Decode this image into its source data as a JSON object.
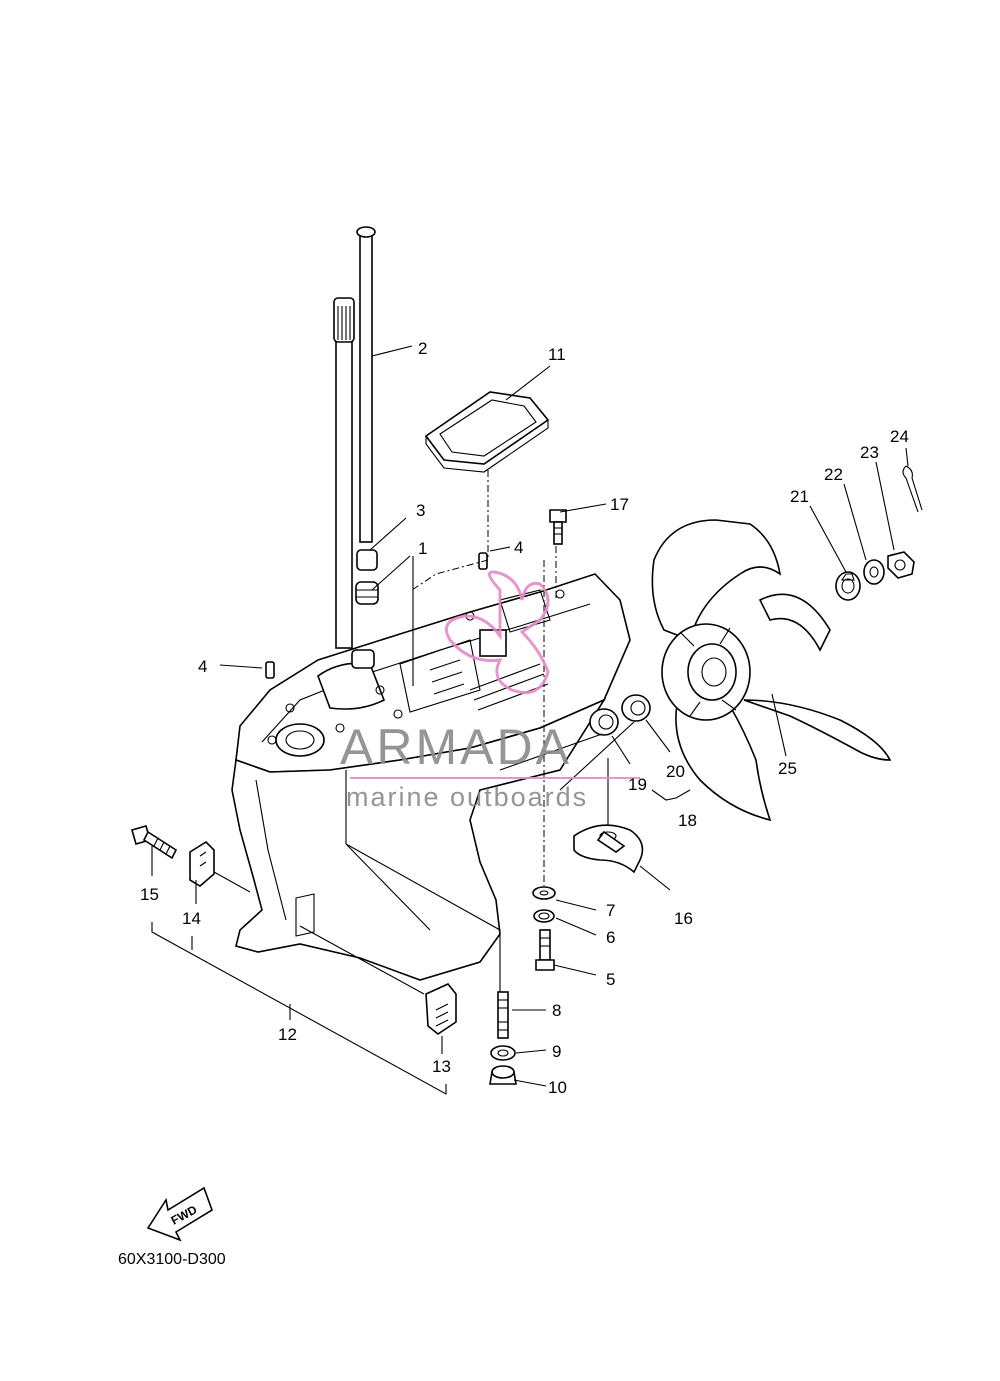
{
  "diagram": {
    "reference_code": "60X3100-D300",
    "fwd_label": "FWD",
    "watermark": {
      "brand": "ARMADA",
      "tagline": "marine outboards",
      "logo_color": "#e58ac8",
      "text_color": "#8a8a8a"
    },
    "callouts": [
      {
        "id": "1",
        "text": "1"
      },
      {
        "id": "2",
        "text": "2"
      },
      {
        "id": "3",
        "text": "3"
      },
      {
        "id": "4a",
        "text": "4"
      },
      {
        "id": "4b",
        "text": "4"
      },
      {
        "id": "5",
        "text": "5"
      },
      {
        "id": "6",
        "text": "6"
      },
      {
        "id": "7",
        "text": "7"
      },
      {
        "id": "8",
        "text": "8"
      },
      {
        "id": "9",
        "text": "9"
      },
      {
        "id": "10",
        "text": "10"
      },
      {
        "id": "11",
        "text": "11"
      },
      {
        "id": "12",
        "text": "12"
      },
      {
        "id": "13",
        "text": "13"
      },
      {
        "id": "14",
        "text": "14"
      },
      {
        "id": "15",
        "text": "15"
      },
      {
        "id": "16",
        "text": "16"
      },
      {
        "id": "17",
        "text": "17"
      },
      {
        "id": "18",
        "text": "18"
      },
      {
        "id": "19",
        "text": "19"
      },
      {
        "id": "20",
        "text": "20"
      },
      {
        "id": "21",
        "text": "21"
      },
      {
        "id": "22",
        "text": "22"
      },
      {
        "id": "23",
        "text": "23"
      },
      {
        "id": "24",
        "text": "24"
      },
      {
        "id": "25",
        "text": "25"
      }
    ]
  }
}
